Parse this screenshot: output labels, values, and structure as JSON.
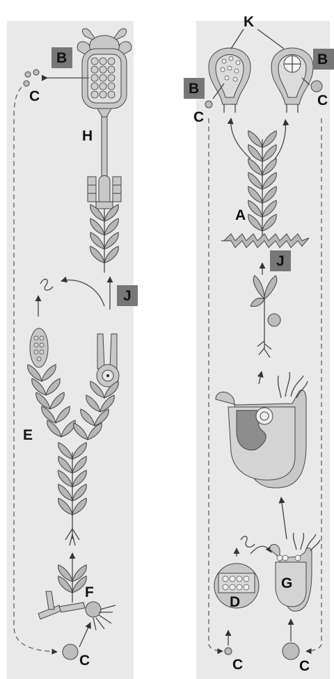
{
  "labels": {
    "A": "A",
    "B": "B",
    "C": "C",
    "D": "D",
    "E": "E",
    "F": "F",
    "G": "G",
    "H": "H",
    "J": "J",
    "K": "K"
  },
  "colors": {
    "label_box": "#777777",
    "panel_background": "#e9e9e9",
    "line": "#444444"
  }
}
